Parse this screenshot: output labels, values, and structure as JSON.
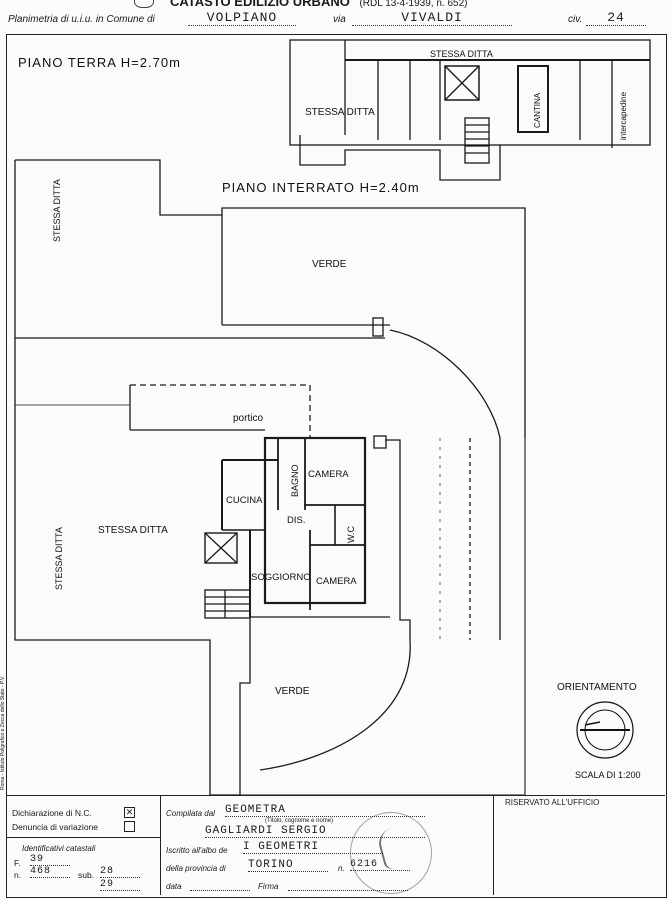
{
  "header": {
    "top_title": "CATASTO EDILIZIO URBANO",
    "top_ref": "(RDL 13-4-1939, n. 652)",
    "planimetria_label": "Planimetria di u.i.u. in Comune di",
    "comune": "VOLPIANO",
    "via_label": "via",
    "via": "VIVALDI",
    "civ_label": "civ.",
    "civ": "24"
  },
  "plan": {
    "piano_terra": "PIANO TERRA H=2.70m",
    "piano_interrato": "PIANO INTERRATO H=2.40m",
    "stessa_ditta": "STESSA DITTA",
    "cantina": "CANTINA",
    "intercapedine": "intercapedine",
    "verde": "VERDE",
    "portico": "portico",
    "cucina": "CUCINA",
    "bagno": "BAGNO",
    "camera": "CAMERA",
    "dis": "DIS.",
    "wc": "W.C",
    "soggiorno": "SOGGIORNO",
    "orientamento": "ORIENTAMENTO",
    "scala": "SCALA DI 1:200",
    "side_note": "Roma - Istituto Poligrafico e Zecca dello Stato - P.V."
  },
  "footer": {
    "dichiarazione": "Dichiarazione di N.C.",
    "denuncia": "Denuncia di variazione",
    "identificativi": "Identificativi catastali",
    "f_label": "F.",
    "f_value": "39",
    "n_label": "n.",
    "n_value": "468",
    "sub_label": "sub.",
    "sub_value_1": "28",
    "sub_value_2": "29",
    "compilata_label": "Compilata dal",
    "compilata_value": "GEOMETRA",
    "titolo_note": "(Titolo, cognome e nome)",
    "nome": "GAGLIARDI SERGIO",
    "iscritto_label": "Iscritto all'albo de",
    "iscritto_value": "I GEOMETRI",
    "provincia_label": "della provincia di",
    "provincia_value": "TORINO",
    "n2_label": "n.",
    "n2_value": "6216",
    "data_label": "data",
    "firma_label": "Firma",
    "riservato": "RISERVATO ALL'UFFICIO"
  }
}
